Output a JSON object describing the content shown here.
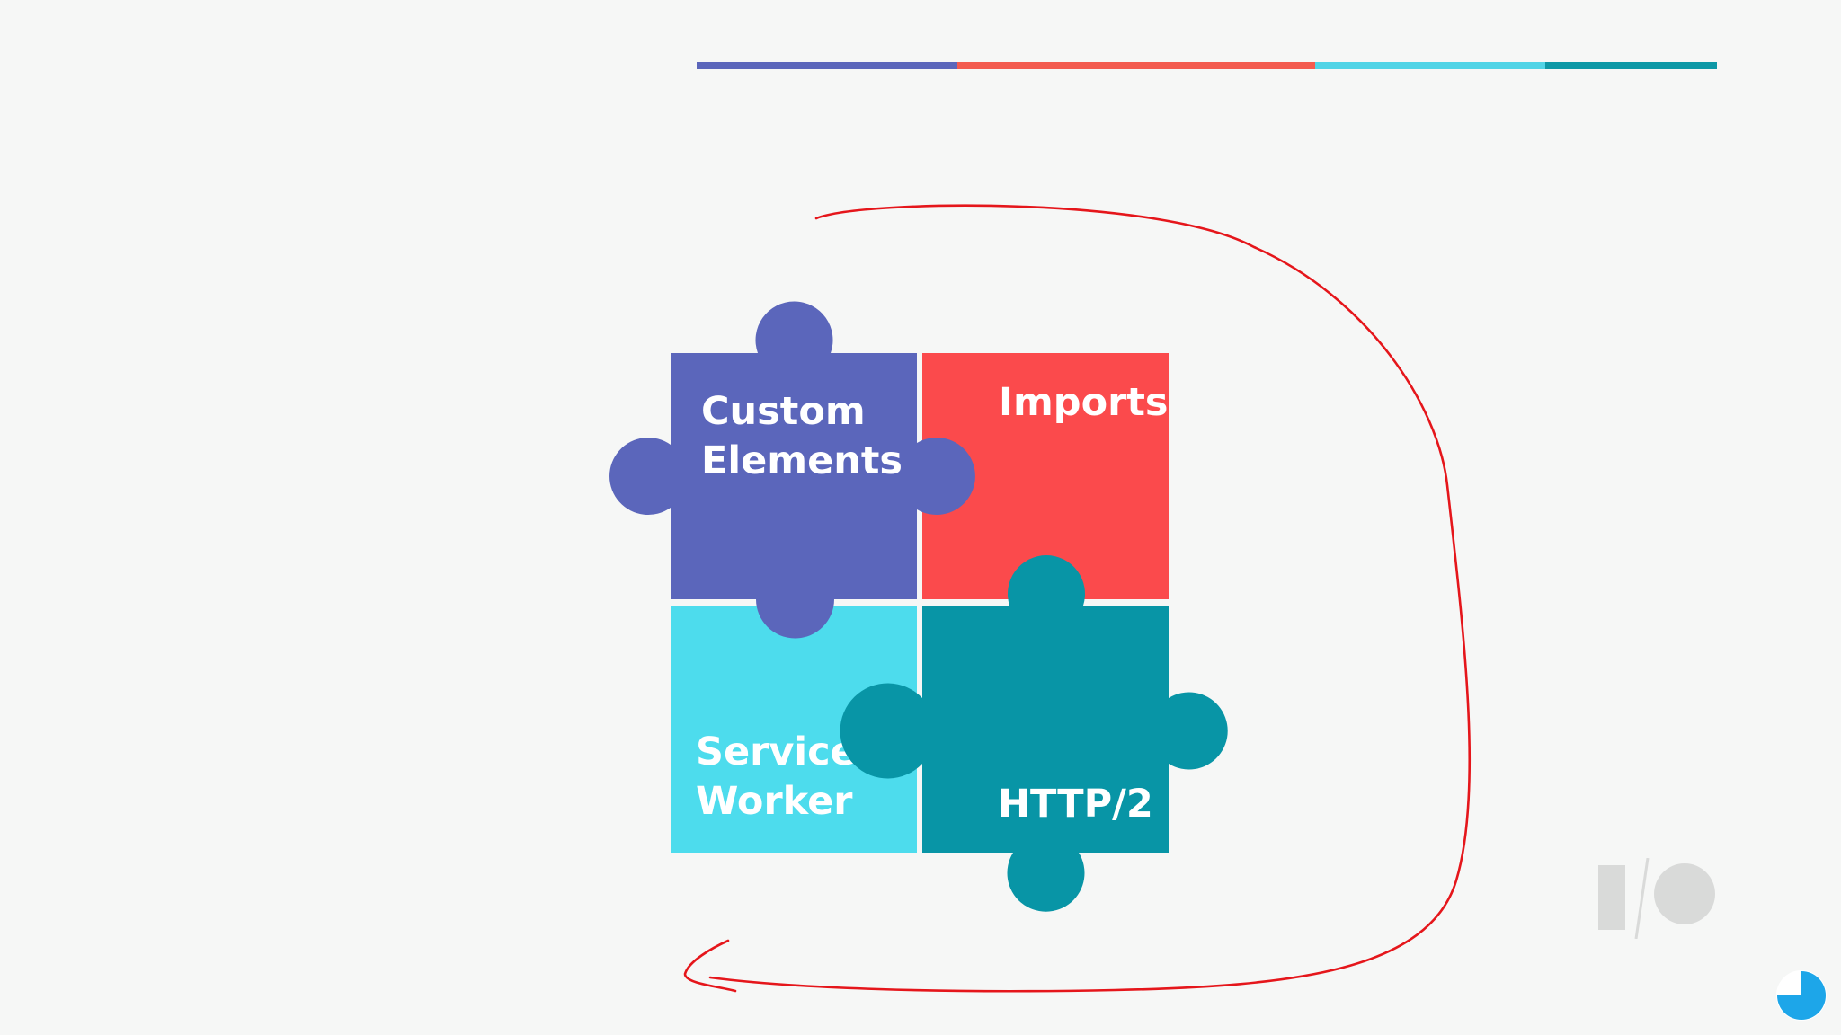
{
  "slide": {
    "pieces": [
      {
        "id": "custom-elements",
        "lines": [
          "Custom",
          "Elements"
        ],
        "color": "#5b66bb"
      },
      {
        "id": "imports",
        "lines": [
          "Imports"
        ],
        "color": "#fb4a4c"
      },
      {
        "id": "service-worker",
        "lines": [
          "Service",
          "Worker"
        ],
        "color": "#4ddced"
      },
      {
        "id": "http2",
        "lines": [
          "HTTP/2"
        ],
        "color": "#0895a6"
      }
    ],
    "accent_bar_colors": [
      "#5b66bb",
      "#f35b4f",
      "#50d4e6",
      "#0d98a6"
    ],
    "annotation_color": "#e5161b",
    "logo_color": "#d9dad9",
    "progress_color": "#1da6e9"
  }
}
